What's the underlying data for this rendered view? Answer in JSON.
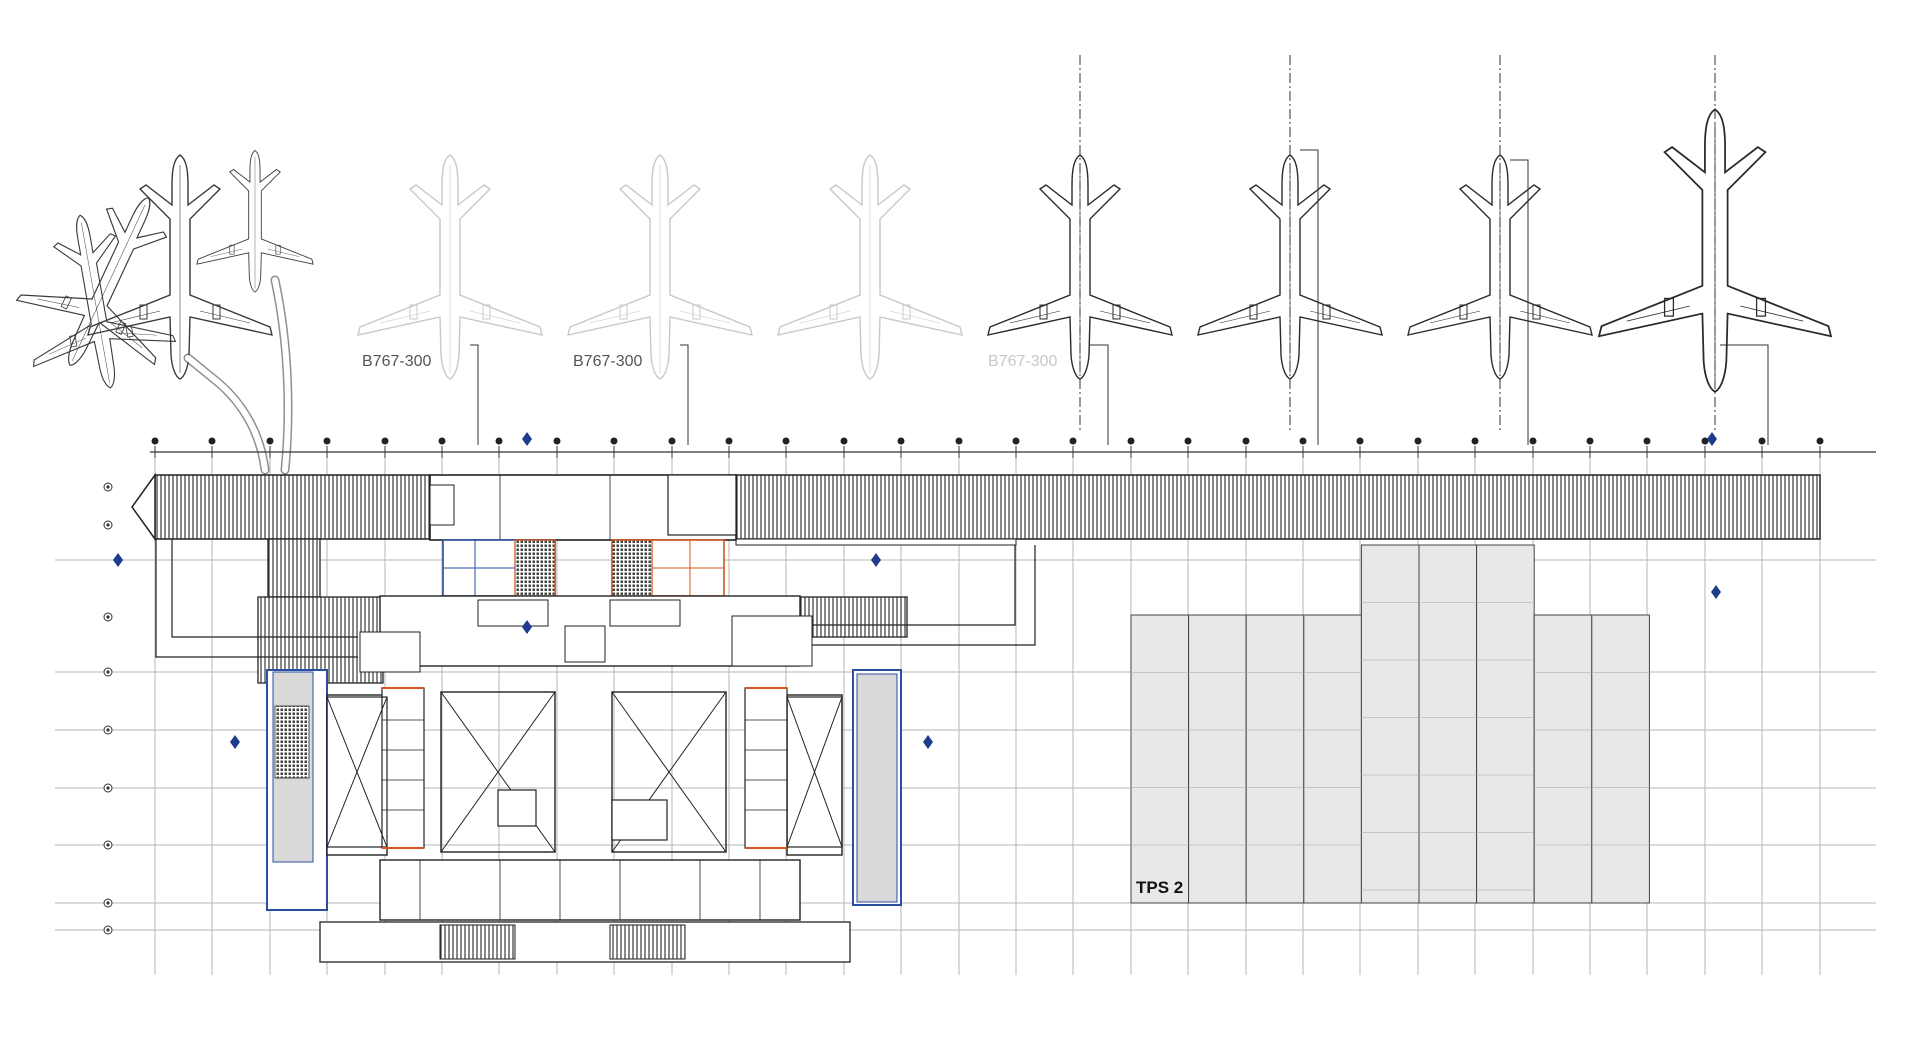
{
  "drawing": {
    "aircraft_labels": [
      {
        "text": "B767-300",
        "style": "dark"
      },
      {
        "text": "B767-300",
        "style": "dark"
      },
      {
        "text": "B767-300",
        "style": "faint"
      }
    ],
    "zone_label": "TPS 2"
  },
  "aircraft": [
    {
      "style": "composite"
    },
    {
      "style": "faint"
    },
    {
      "style": "faint"
    },
    {
      "style": "faint"
    },
    {
      "style": "dark"
    },
    {
      "style": "dark"
    },
    {
      "style": "dark"
    },
    {
      "style": "large"
    }
  ],
  "colors": {
    "line": "#222222",
    "grid": "#b5b5b5",
    "faint_aircraft": "#c8c8c8",
    "zone_fill": "#e8e8e8",
    "blue_accent": "#2a4fa0",
    "orange_accent": "#d4551e",
    "marker": "#1f3b8c"
  }
}
